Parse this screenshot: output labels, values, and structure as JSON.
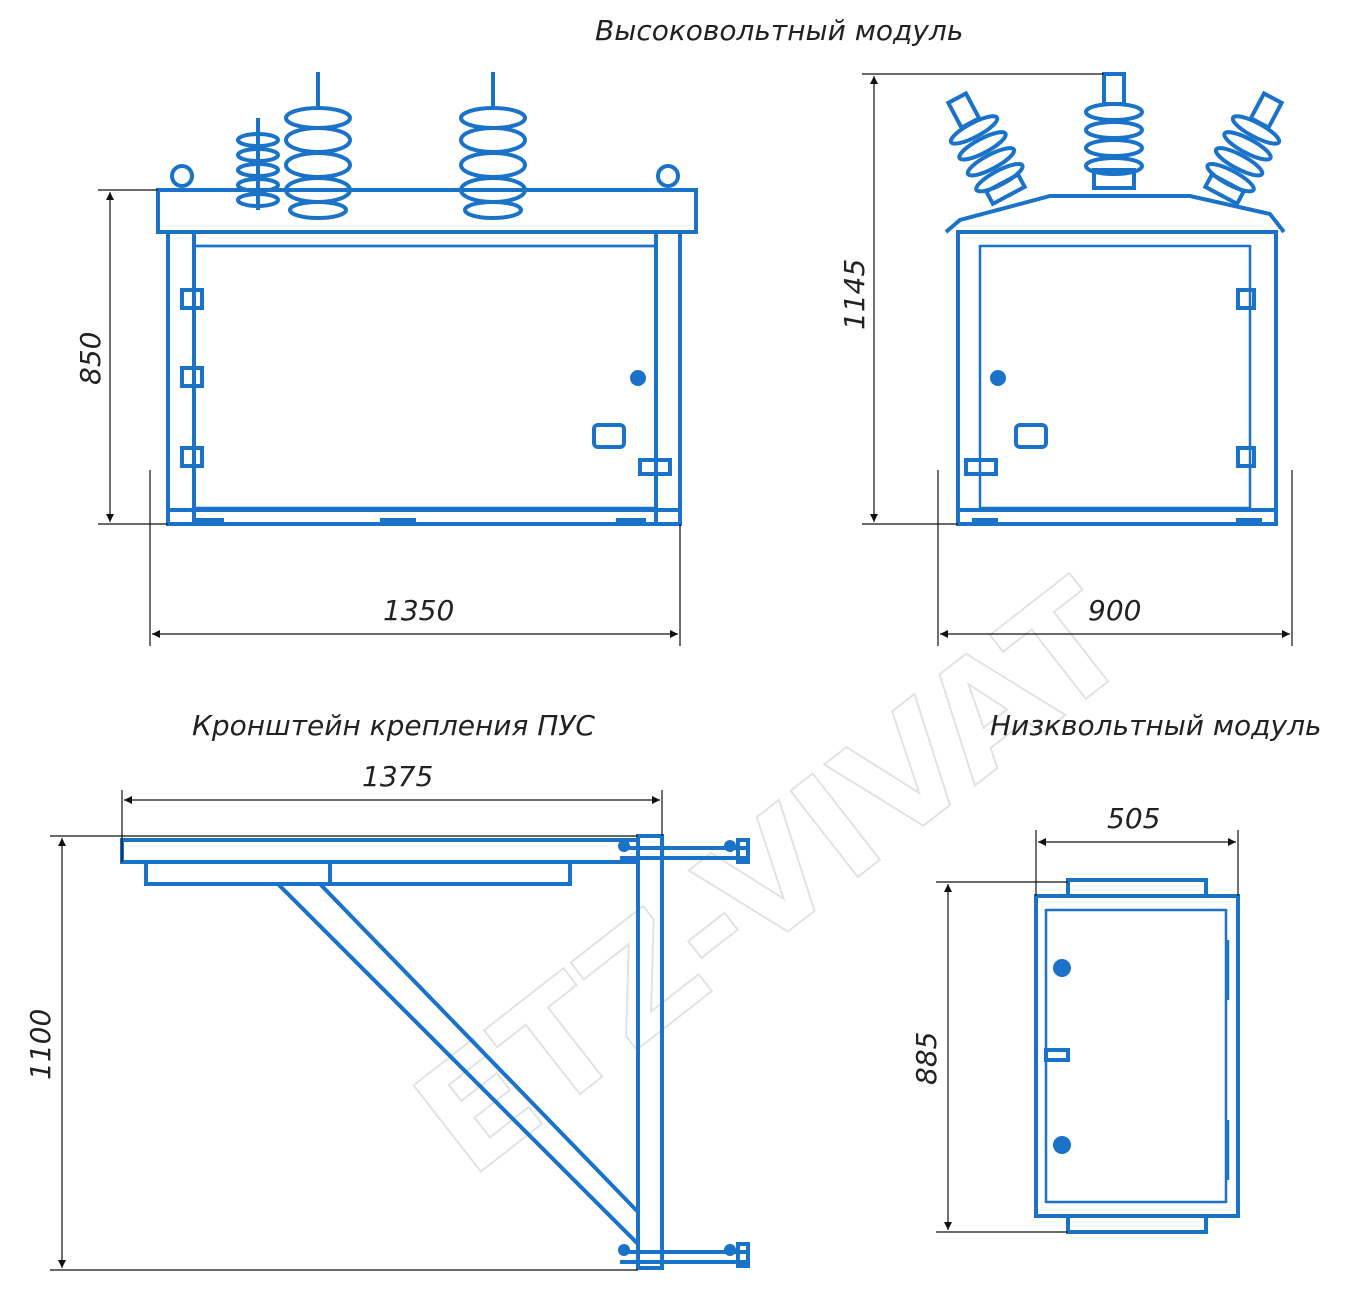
{
  "titles": {
    "hv_module": "Высоковольтный модуль",
    "bracket": "Кронштейн крепления ПУС",
    "lv_module": "Низквольтный модуль"
  },
  "dimensions": {
    "hv_front_width": "1350",
    "hv_front_height": "850",
    "hv_side_width": "900",
    "hv_side_height": "1145",
    "bracket_width": "1375",
    "bracket_height": "1100",
    "lv_width": "505",
    "lv_height": "885"
  },
  "watermark": "ETZ-VIVAT",
  "colors": {
    "drawing": "#1a73c9",
    "dimension": "#111111",
    "watermark": "#cfcfcf"
  }
}
